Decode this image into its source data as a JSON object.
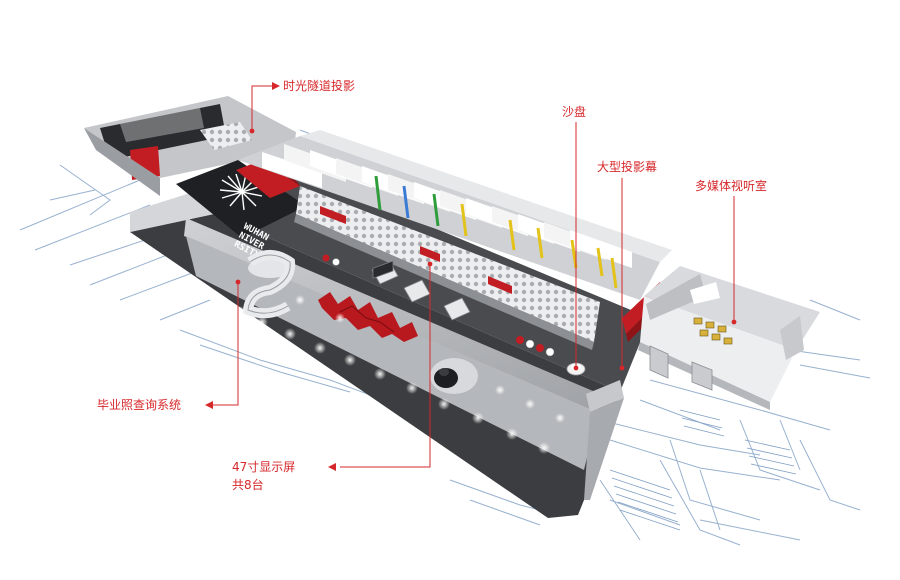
{
  "colors": {
    "callout": "#d6282b",
    "blueprint": "#7f9ec4",
    "floor": "#3c3d40",
    "wall": "#b9bbbe",
    "wall_light": "#d9dbde",
    "accent_red": "#c21d22"
  },
  "mural_text": "WUHAN\nNIVER\nRSITY",
  "labels": [
    {
      "id": "time-tunnel",
      "text": "时光隧道投影"
    },
    {
      "id": "sand-table",
      "text": "沙盘"
    },
    {
      "id": "projection-screen",
      "text": "大型投影幕"
    },
    {
      "id": "av-room",
      "text": "多媒体视听室"
    },
    {
      "id": "graduation-query",
      "text": "毕业照查询系统"
    },
    {
      "id": "display-47",
      "text": "47寸显示屏"
    },
    {
      "id": "display-count",
      "text": "共8台"
    }
  ]
}
